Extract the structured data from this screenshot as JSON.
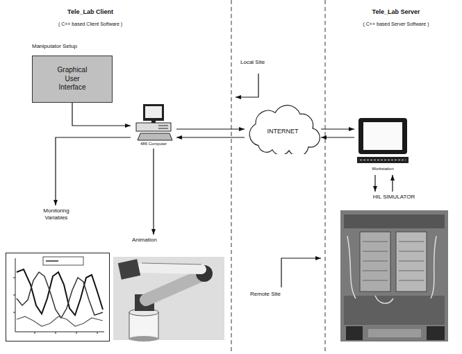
{
  "diagram": {
    "nodes": [
      {
        "text": [
          "Manipulator Setup",
          "Graphical User Interface"
        ]
      },
      {
        "text": [
          "486 Computer"
        ]
      },
      {
        "text": [
          "Monitoring Variables"
        ]
      },
      {
        "text": [
          "Animation"
        ]
      },
      {
        "text": [
          "INTERNET"
        ]
      },
      {
        "text": [
          "Workstation"
        ]
      },
      {
        "text": [
          "HIL SIMULATOR"
        ]
      }
    ],
    "edges": [
      {
        "from": 0,
        "to": 1,
        "arrow": "to"
      },
      {
        "from": 1,
        "to": 4,
        "arrow": "to"
      },
      {
        "from": 4,
        "to": 1,
        "arrow": "to"
      },
      {
        "from": 4,
        "to": 5,
        "arrow": "to"
      },
      {
        "from": 5,
        "to": 4,
        "arrow": "to"
      },
      {
        "from": 1,
        "to": 2,
        "arrow": "to"
      },
      {
        "from": 1,
        "to": 3,
        "arrow": "to"
      },
      {
        "from": 5,
        "to": 6,
        "arrow": "to"
      },
      {
        "from": 6,
        "to": 5,
        "arrow": "to"
      }
    ],
    "labels": [
      "Tele_Lab Client",
      "( C++ based Client Software )",
      "Tele_Lab Server",
      "( C++ based Server Software )",
      "Local Site",
      "Remote Site"
    ]
  }
}
